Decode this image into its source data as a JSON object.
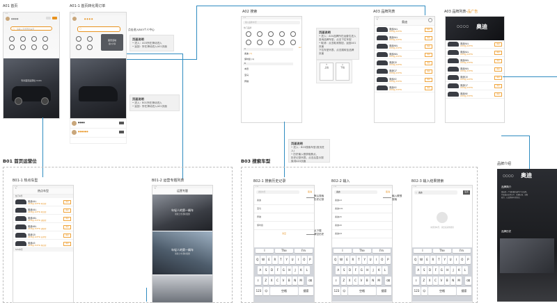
{
  "labels": {
    "a01": "A01 首页",
    "a01_1": "A01-1 首页转化周订单",
    "a02": "A02 搜索",
    "a03": "A03 品牌列表",
    "a03_brand_red": "A03 品牌列表-",
    "a03_brand_red_suffix": "品广告",
    "b01": "B01 首页运营位",
    "b01_1": "B01-1 热点车型",
    "b01_2": "B01-2 运营专题列表",
    "b03": "B03 搜索车型",
    "b02_1": "B02-1 搜索历史记录",
    "b02_2": "B02-2 输入",
    "b02_3": "B02-3 输入结果搜索",
    "brand_intro": "品牌介绍"
  },
  "annotations": {
    "side_note": "点击进入B03个人中心",
    "a01_note_title": "页面说明",
    "a01_note_lines": [
      "• 进入：A03所在滑动进入",
      "• 返回：所在滑动进入A01页面"
    ],
    "b01_note_title": "页面说明",
    "b01_note_lines": [
      "• 进入：B01所在滑动进入",
      "• 返回：所在滑动进入A01页面"
    ],
    "a02_note_title": "页面说明",
    "a02_note_lines": [
      "• 进入：A04品牌所在运营位进入",
      "  查询品牌车型，点击下拉车型",
      "• 取消：点击取消按钮，返回A01页面",
      "  下拉车型列表，点击跳转至品牌",
      "  页面"
    ],
    "b03_note_title": "页面说明",
    "b03_note_lines": [
      "• 进入：B03搜索车型(首页进入)",
      "• 历史输入框获取焦点，",
      "  历史记录列表，点击后显示搜",
      "  索词A03页面"
    ],
    "b02_1_callout_1": "默认搜索",
    "b02_1_callout_1b": "历史记录",
    "b02_1_callout_2": "点下载",
    "b02_1_callout_2b": "清空历史",
    "b02_2_callout_1": "输入联想",
    "b02_2_callout_1b": "搜索",
    "a02_small_up": "上拉",
    "a02_small_down": "下拉"
  },
  "home": {
    "search_placeholder": "请输入您想要的车型",
    "banner_text": "专享首页运营位 Cn01",
    "promo_title": "首页活动",
    "promo_sub": "报价详情"
  },
  "b01_1": {
    "nav_title": "热点车型",
    "section_1": "热门车型",
    "rows": [
      {
        "name": "奥迪A4L",
        "sub": "2018款 40TFSI 时尚型",
        "btn": "询价"
      },
      {
        "name": "奥迪A4L",
        "sub": "2018款 40TFSI 时尚型",
        "btn": "询价"
      },
      {
        "name": "奥迪A6L",
        "sub": "2018款 45TFSI 进取型",
        "btn": "询价"
      },
      {
        "name": "奥迪A6L",
        "sub": "2018款 45TFSI 进取型",
        "btn": "询价"
      },
      {
        "name": "奥迪Q5",
        "sub": "2018款 40TFSI 技术型",
        "btn": "询价"
      },
      {
        "name": "奥迪A3",
        "sub": "2018款 35TFSI 风尚型",
        "btn": "询价"
      }
    ],
    "section_2": "SUV车型"
  },
  "b01_2": {
    "nav_title": "运营专题",
    "card_1_title": "年轻人的第一辆车",
    "card_1_sub": "新款上市 限时优惠",
    "card_2_title": "年轻人的第一辆车",
    "card_2_sub": "新款上市 限时优惠"
  },
  "a02": {
    "search_placeholder": "输入品牌/车型",
    "hot_title": "热门品牌",
    "alpha_a": "A",
    "brand_audi": "奥迪",
    "brand_audi_count": "(7)",
    "brand_porsche": "保时捷 (1)",
    "alpha_b": "B",
    "brand_b1": "本田",
    "brand_b2": "宝马",
    "brand_b3": "奔驰"
  },
  "a03": {
    "nav_title": "奥迪",
    "rows": [
      {
        "name": "奥迪A4L",
        "sub": "2018款 40TFSI",
        "btn": "询价"
      },
      {
        "name": "奥迪A4L",
        "sub": "2018款 40TFSI",
        "btn": "询价"
      },
      {
        "name": "奥迪A6L",
        "sub": "2018款 45TFSI",
        "btn": "询价"
      },
      {
        "name": "奥迪A6L",
        "sub": "2018款 45TFSI",
        "btn": "询价"
      },
      {
        "name": "奥迪Q5",
        "sub": "2018款 40TFSI",
        "btn": "询价"
      },
      {
        "name": "奥迪Q7",
        "sub": "2018款 45TFSI",
        "btn": "询价"
      },
      {
        "name": "奥迪A3",
        "sub": "2018款 35TFSI",
        "btn": "询价"
      },
      {
        "name": "奥迪A3",
        "sub": "2018款 35TFSI",
        "btn": "询价"
      }
    ]
  },
  "a03b": {
    "brand_name": "奥迪",
    "rows": [
      {
        "name": "奥迪A4L",
        "sub": "2018款 40TFSI",
        "btn": "询价"
      },
      {
        "name": "奥迪A4L",
        "sub": "2018款 40TFSI",
        "btn": "询价"
      },
      {
        "name": "奥迪A6L",
        "sub": "2018款 45TFSI",
        "btn": "询价"
      },
      {
        "name": "奥迪A6L",
        "sub": "2018款 45TFSI",
        "btn": "询价"
      },
      {
        "name": "奥迪Q5",
        "sub": "2018款 40TFSI",
        "btn": "询价"
      },
      {
        "name": "奥迪Q7",
        "sub": "2018款 45TFSI",
        "btn": "询价"
      },
      {
        "name": "奥迪A8",
        "sub": "2018款 55TFSI",
        "btn": "询价"
      }
    ]
  },
  "brand_page": {
    "brand_name": "奥迪",
    "intro_title": "品牌简介",
    "intro_lines": [
      "奥迪是一个国际著名豪华汽车品牌，",
      "代表着高技术水平、质量标准、创新",
      "能力、以及经典车型款式。"
    ],
    "section_2": "品牌历史"
  },
  "b02_1": {
    "placeholder": "搜索车型",
    "cancel": "取消",
    "history": [
      "奥迪",
      "宝马",
      "奔驰",
      "保时捷"
    ],
    "clear": "清空"
  },
  "b02_2": {
    "input": "奥迪",
    "cancel": "取消",
    "suggestions": [
      "奥迪A4",
      "奥迪A4L",
      "奥迪A5",
      "奥迪A6",
      "奥迪Q5"
    ]
  },
  "b02_3": {
    "input": "奥迪",
    "cancel": "取消",
    "empty_text": "未找到车型，请尝试其他搜索"
  },
  "keyboard": {
    "row1": [
      "Q",
      "W",
      "E",
      "R",
      "T",
      "Y",
      "U",
      "I",
      "O",
      "P"
    ],
    "row2": [
      "A",
      "S",
      "D",
      "F",
      "G",
      "H",
      "J",
      "K",
      "L"
    ],
    "row3": [
      "Z",
      "X",
      "C",
      "V",
      "B",
      "N",
      "M"
    ],
    "space": "空格",
    "search": "搜索",
    "suggest": [
      "I",
      "The",
      "I'm"
    ]
  }
}
